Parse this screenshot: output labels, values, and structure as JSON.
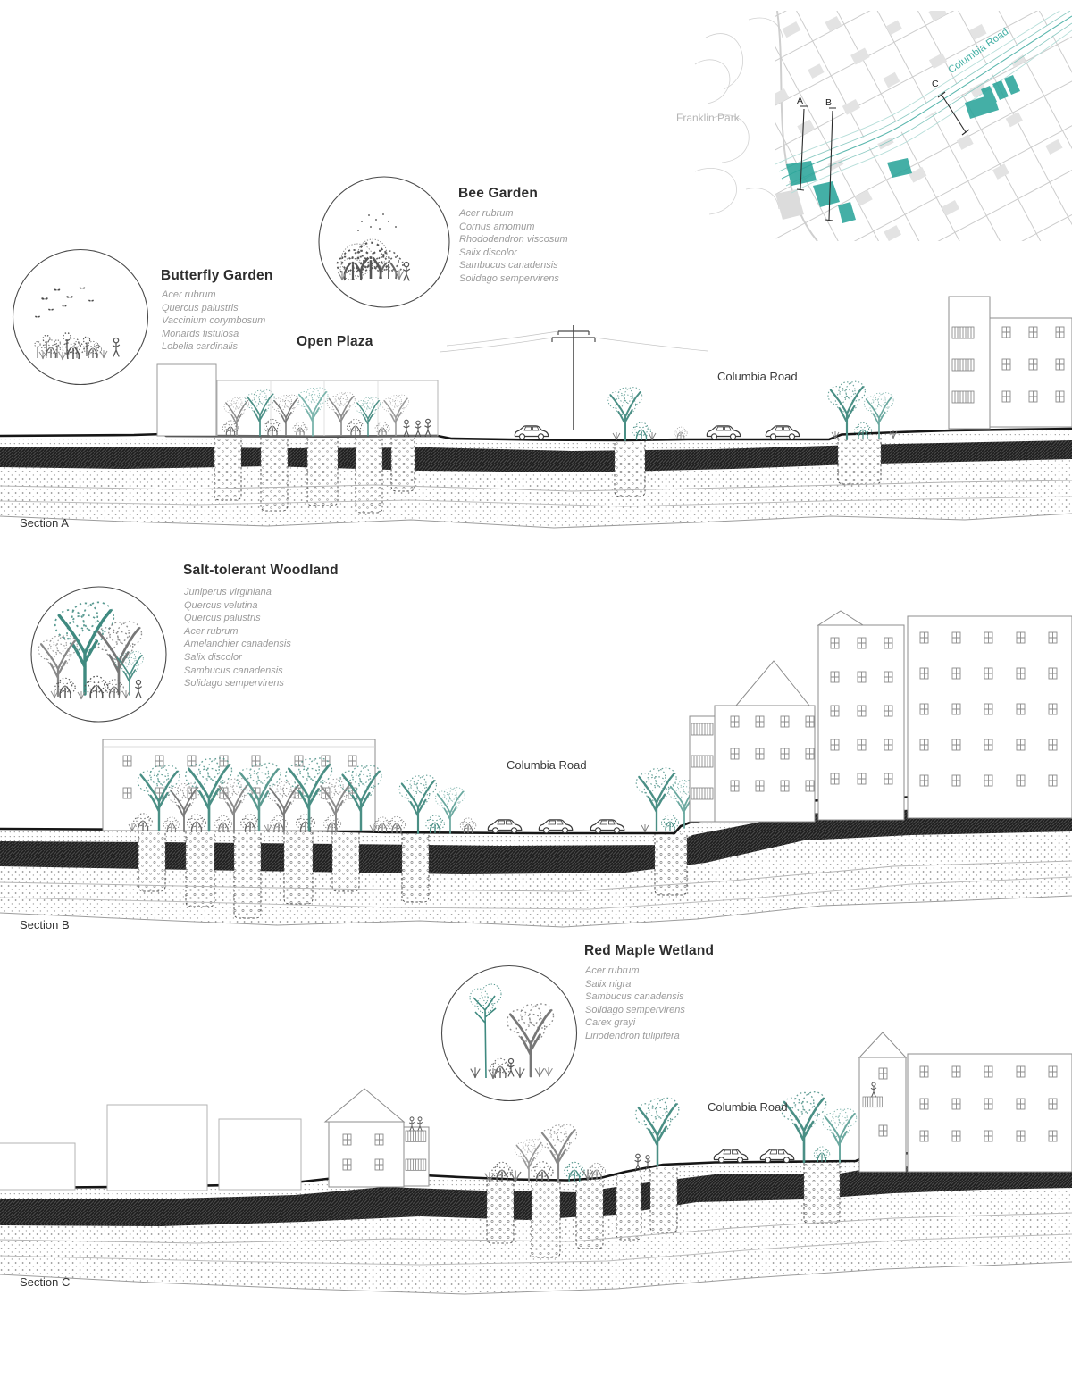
{
  "map": {
    "park_label": "Franklin Park",
    "road_label": "Columbia Road",
    "markers": [
      "A",
      "B",
      "C"
    ],
    "accent": "#2ba59a"
  },
  "palettes": {
    "butterfly": {
      "title": "Butterfly Garden",
      "species": [
        "Acer rubrum",
        "Quercus palustris",
        "Vaccinium corymbosum",
        "Monards fistulosa",
        "Lobelia cardinalis"
      ]
    },
    "bee": {
      "title": "Bee Garden",
      "species": [
        "Acer rubrum",
        "Cornus amomum",
        "Rhododendron viscosum",
        "Salix discolor",
        "Sambucus canadensis",
        "Solidago sempervirens"
      ]
    },
    "woodland": {
      "title": "Salt-tolerant Woodland",
      "species": [
        "Juniperus virginiana",
        "Quercus velutina",
        "Quercus palustris",
        "Acer rubrum",
        "Amelanchier canadensis",
        "Salix discolor",
        "Sambucus canadensis",
        "Solidago sempervirens"
      ]
    },
    "wetland": {
      "title": "Red Maple Wetland",
      "species": [
        "Acer rubrum",
        "Salix nigra",
        "Sambucus canadensis",
        "Solidago sempervirens",
        "Carex grayi",
        "Liriodendron tulipifera"
      ]
    }
  },
  "sections": {
    "a": {
      "label": "Section A",
      "road": "Columbia Road",
      "plaza": "Open Plaza"
    },
    "b": {
      "label": "Section B",
      "road": "Columbia Road"
    },
    "c": {
      "label": "Section C",
      "road": "Columbia Road"
    }
  },
  "colors": {
    "tree_teal": "#4a8f85",
    "map_teal": "#2ba59a"
  }
}
